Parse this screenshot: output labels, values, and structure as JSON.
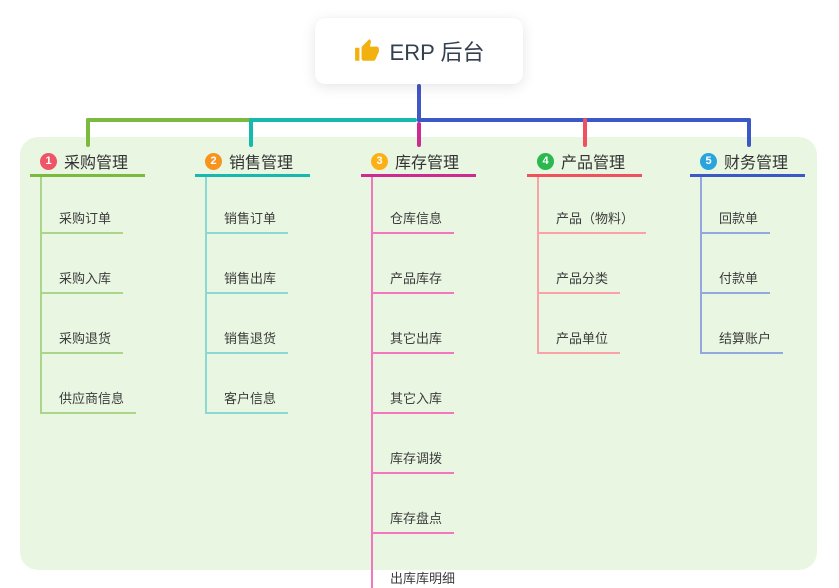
{
  "root": {
    "label": "ERP 后台",
    "icon": "thumbs-up-icon",
    "icon_color": "#f2b10e",
    "connector_color": "#4356c6"
  },
  "panel": {
    "background": "#e9f6e2"
  },
  "branches": [
    {
      "number": "1",
      "title": "采购管理",
      "badge_color": "#ee5566",
      "color_strong": "#7cb93f",
      "color_light": "#abd588",
      "children": [
        "采购订单",
        "采购入库",
        "采购退货",
        "供应商信息"
      ]
    },
    {
      "number": "2",
      "title": "销售管理",
      "badge_color": "#f7941e",
      "color_strong": "#17b8ae",
      "color_light": "#8adad3",
      "children": [
        "销售订单",
        "销售出库",
        "销售退货",
        "客户信息"
      ]
    },
    {
      "number": "3",
      "title": "库存管理",
      "badge_color": "#fbb116",
      "color_strong": "#ce2b92",
      "color_light": "#f277bc",
      "children": [
        "仓库信息",
        "产品库存",
        "其它出库",
        "其它入库",
        "库存调拨",
        "库存盘点",
        "出库库明细"
      ]
    },
    {
      "number": "4",
      "title": "产品管理",
      "badge_color": "#2ab84f",
      "color_strong": "#f0515e",
      "color_light": "#f9a3a8",
      "children": [
        "产品（物料）",
        "产品分类",
        "产品单位"
      ]
    },
    {
      "number": "5",
      "title": "财务管理",
      "badge_color": "#2aa4dd",
      "color_strong": "#3c57c6",
      "color_light": "#93a7e0",
      "children": [
        "回款单",
        "付款单",
        "结算账户"
      ]
    }
  ]
}
